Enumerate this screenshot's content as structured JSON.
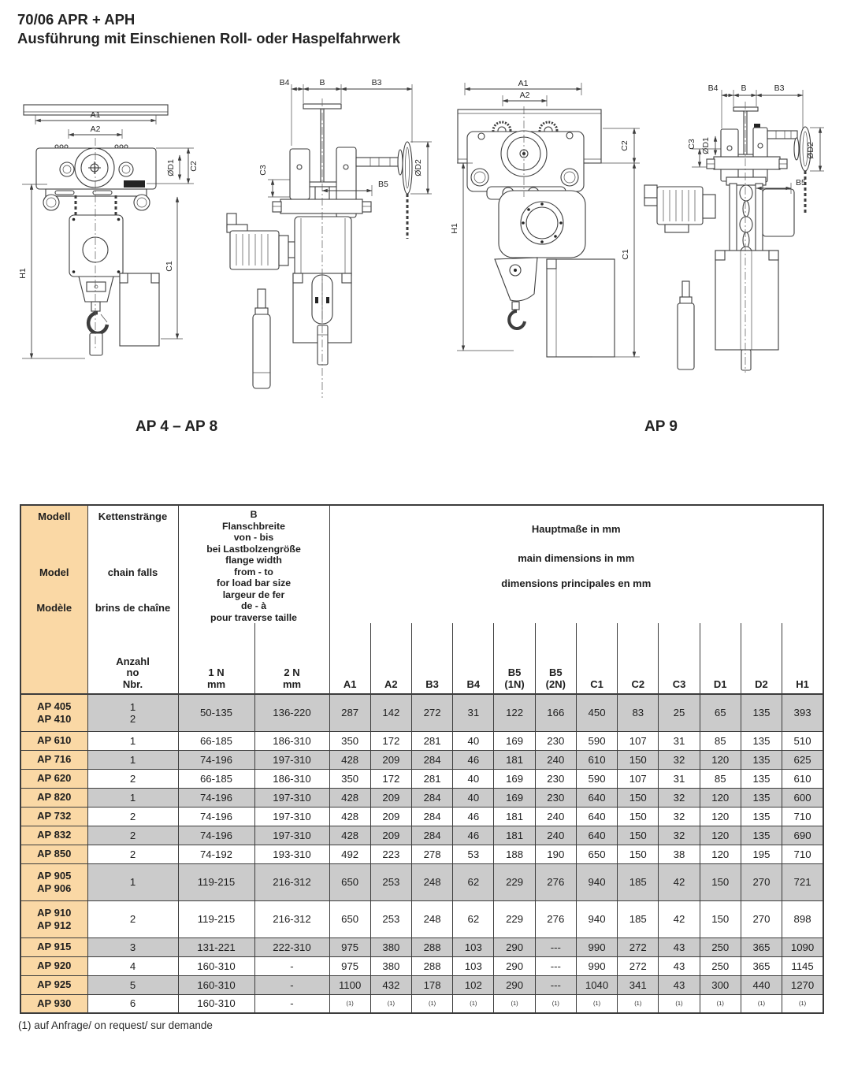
{
  "header": {
    "title_line1": "70/06 APR + APH",
    "title_line2": "Ausführung mit Einschienen Roll- oder Haspelfahrwerk"
  },
  "captions": {
    "left": "AP 4 – AP 8",
    "right": "AP 9"
  },
  "drawings": [
    {
      "name": "ap4-ap8-front-view",
      "labels": {
        "a1": "A1",
        "a2": "A2",
        "d1": "ØD1",
        "c2": "C2",
        "c1": "C1",
        "h1": "H1"
      }
    },
    {
      "name": "ap4-ap8-side-view",
      "labels": {
        "b4": "B4",
        "b": "B",
        "b3": "B3",
        "c3": "C3",
        "d2": "ØD2",
        "b5": "B5"
      }
    },
    {
      "name": "ap9-front-view",
      "labels": {
        "a1": "A1",
        "a2": "A2",
        "c2": "C2",
        "c1": "C1",
        "h1": "H1"
      }
    },
    {
      "name": "ap9-side-view",
      "labels": {
        "b4": "B4",
        "b": "B",
        "b3": "B3",
        "c3": "C3",
        "d1": "ØD1",
        "d2": "ØD2",
        "b5": "B5"
      }
    }
  ],
  "table": {
    "header": {
      "model": [
        "Modell",
        "Model",
        "Modèle"
      ],
      "chain_falls": [
        "Kettenstränge",
        "chain falls",
        "brins de chaîne"
      ],
      "falls_unit": "Anzahl\nno\nNbr.",
      "flange_block": "B\nFlanschbreite\nvon - bis\nbei Lastbolzengröße\nflange width\nfrom - to\nfor load bar size\nlargeur de fer\nde - à\npour traverse taille",
      "n1": "1 N\nmm",
      "n2": "2 N\nmm",
      "main_dims": [
        "Hauptmaße in mm",
        "main dimensions in mm",
        "dimensions principales en mm"
      ],
      "dim_cols": [
        "A1",
        "A2",
        "B3",
        "B4",
        "B5\n(1N)",
        "B5\n(2N)",
        "C1",
        "C2",
        "C3",
        "D1",
        "D2",
        "H1"
      ]
    },
    "rows": [
      {
        "model": "AP 405\nAP 410",
        "falls": "1\n2",
        "n1": "50-135",
        "n2": "136-220",
        "dims": [
          "287",
          "142",
          "272",
          "31",
          "122",
          "166",
          "450",
          "83",
          "25",
          "65",
          "135",
          "393"
        ],
        "shaded": true,
        "tall": true
      },
      {
        "model": "AP 610",
        "falls": "1",
        "n1": "66-185",
        "n2": "186-310",
        "dims": [
          "350",
          "172",
          "281",
          "40",
          "169",
          "230",
          "590",
          "107",
          "31",
          "85",
          "135",
          "510"
        ],
        "shaded": false
      },
      {
        "model": "AP 716",
        "falls": "1",
        "n1": "74-196",
        "n2": "197-310",
        "dims": [
          "428",
          "209",
          "284",
          "46",
          "181",
          "240",
          "610",
          "150",
          "32",
          "120",
          "135",
          "625"
        ],
        "shaded": true
      },
      {
        "model": "AP 620",
        "falls": "2",
        "n1": "66-185",
        "n2": "186-310",
        "dims": [
          "350",
          "172",
          "281",
          "40",
          "169",
          "230",
          "590",
          "107",
          "31",
          "85",
          "135",
          "610"
        ],
        "shaded": false
      },
      {
        "model": "AP 820",
        "falls": "1",
        "n1": "74-196",
        "n2": "197-310",
        "dims": [
          "428",
          "209",
          "284",
          "40",
          "169",
          "230",
          "640",
          "150",
          "32",
          "120",
          "135",
          "600"
        ],
        "shaded": true
      },
      {
        "model": "AP 732",
        "falls": "2",
        "n1": "74-196",
        "n2": "197-310",
        "dims": [
          "428",
          "209",
          "284",
          "46",
          "181",
          "240",
          "640",
          "150",
          "32",
          "120",
          "135",
          "710"
        ],
        "shaded": false
      },
      {
        "model": "AP 832",
        "falls": "2",
        "n1": "74-196",
        "n2": "197-310",
        "dims": [
          "428",
          "209",
          "284",
          "46",
          "181",
          "240",
          "640",
          "150",
          "32",
          "120",
          "135",
          "690"
        ],
        "shaded": true
      },
      {
        "model": "AP 850",
        "falls": "2",
        "n1": "74-192",
        "n2": "193-310",
        "dims": [
          "492",
          "223",
          "278",
          "53",
          "188",
          "190",
          "650",
          "150",
          "38",
          "120",
          "195",
          "710"
        ],
        "shaded": false
      },
      {
        "model": "AP 905\nAP 906",
        "falls": "1",
        "n1": "119-215",
        "n2": "216-312",
        "dims": [
          "650",
          "253",
          "248",
          "62",
          "229",
          "276",
          "940",
          "185",
          "42",
          "150",
          "270",
          "721"
        ],
        "shaded": true,
        "tall": true
      },
      {
        "model": "AP 910\nAP 912",
        "falls": "2",
        "n1": "119-215",
        "n2": "216-312",
        "dims": [
          "650",
          "253",
          "248",
          "62",
          "229",
          "276",
          "940",
          "185",
          "42",
          "150",
          "270",
          "898"
        ],
        "shaded": false,
        "tall": true
      },
      {
        "model": "AP 915",
        "falls": "3",
        "n1": "131-221",
        "n2": "222-310",
        "dims": [
          "975",
          "380",
          "288",
          "103",
          "290",
          "---",
          "990",
          "272",
          "43",
          "250",
          "365",
          "1090"
        ],
        "shaded": true
      },
      {
        "model": "AP 920",
        "falls": "4",
        "n1": "160-310",
        "n2": "-",
        "dims": [
          "975",
          "380",
          "288",
          "103",
          "290",
          "---",
          "990",
          "272",
          "43",
          "250",
          "365",
          "1145"
        ],
        "shaded": false
      },
      {
        "model": "AP 925",
        "falls": "5",
        "n1": "160-310",
        "n2": "-",
        "dims": [
          "1100",
          "432",
          "178",
          "102",
          "290",
          "---",
          "1040",
          "341",
          "43",
          "300",
          "440",
          "1270"
        ],
        "shaded": true
      },
      {
        "model": "AP 930",
        "falls": "6",
        "n1": "160-310",
        "n2": "-",
        "dims": [
          "(1)",
          "(1)",
          "(1)",
          "(1)",
          "(1)",
          "(1)",
          "(1)",
          "(1)",
          "(1)",
          "(1)",
          "(1)",
          "(1)"
        ],
        "shaded": false,
        "small_dims": true
      }
    ]
  },
  "footnote": "(1) auf Anfrage/ on request/ sur demande",
  "colors": {
    "model_column": "#fad8a5",
    "shaded_row": "#cbcbcb",
    "border": "#3c3c3c"
  }
}
